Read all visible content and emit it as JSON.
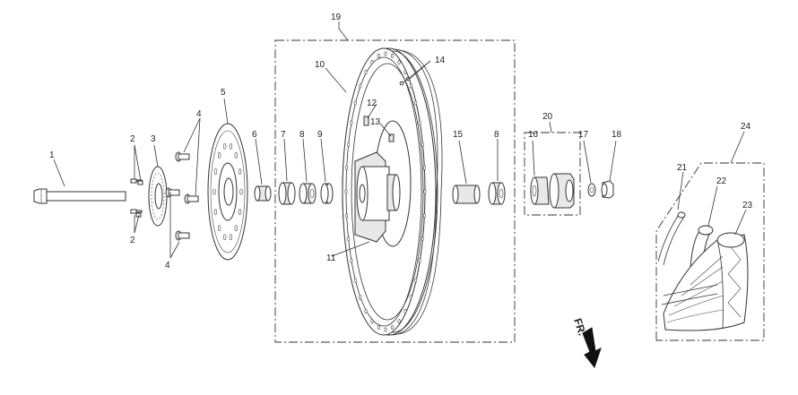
{
  "diagram": {
    "callouts": [
      "1",
      "2",
      "2",
      "3",
      "4",
      "4",
      "5",
      "6",
      "7",
      "8",
      "8",
      "9",
      "10",
      "11",
      "12",
      "13",
      "14",
      "15",
      "16",
      "17",
      "18",
      "19",
      "20",
      "21",
      "22",
      "23",
      "24"
    ],
    "direction_label": "FR."
  },
  "colors": {
    "line": "#333333",
    "background": "#ffffff",
    "arrow": "#111111"
  }
}
